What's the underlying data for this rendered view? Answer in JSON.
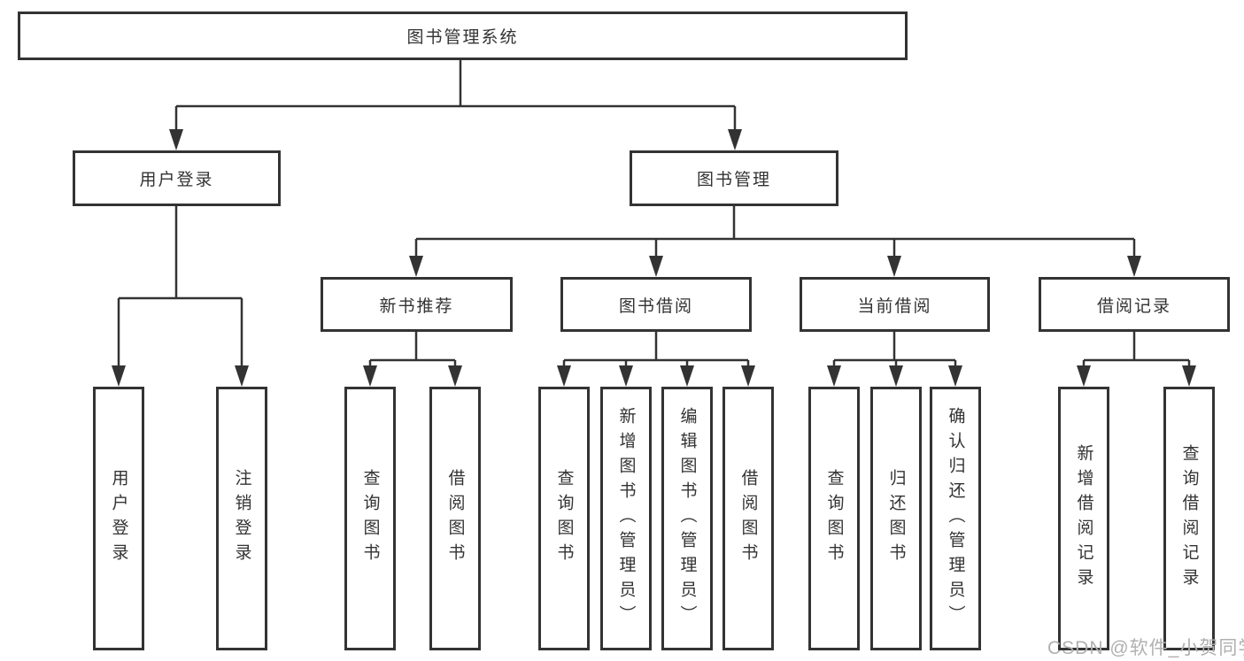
{
  "colors": {
    "line": "#333333",
    "text": "#333333",
    "background": "#ffffff",
    "watermark": "#b0b0b0"
  },
  "watermark": {
    "text": "CSDN @软件_小贺同学"
  },
  "tree": {
    "root": {
      "label": "图书管理系统"
    },
    "children": [
      {
        "label": "用户登录",
        "children": [
          {
            "label": "用户登录"
          },
          {
            "label": "注销登录"
          }
        ]
      },
      {
        "label": "图书管理",
        "children": [
          {
            "label": "新书推荐",
            "children": [
              {
                "label": "查询图书"
              },
              {
                "label": "借阅图书"
              }
            ]
          },
          {
            "label": "图书借阅",
            "children": [
              {
                "label": "查询图书"
              },
              {
                "label": "新增图书（管理员）"
              },
              {
                "label": "编辑图书（管理员）"
              },
              {
                "label": "借阅图书"
              }
            ]
          },
          {
            "label": "当前借阅",
            "children": [
              {
                "label": "查询图书"
              },
              {
                "label": "归还图书"
              },
              {
                "label": "确认归还（管理员）"
              }
            ]
          },
          {
            "label": "借阅记录",
            "children": [
              {
                "label": "新增借阅记录"
              },
              {
                "label": "查询借阅记录"
              }
            ]
          }
        ]
      }
    ]
  }
}
